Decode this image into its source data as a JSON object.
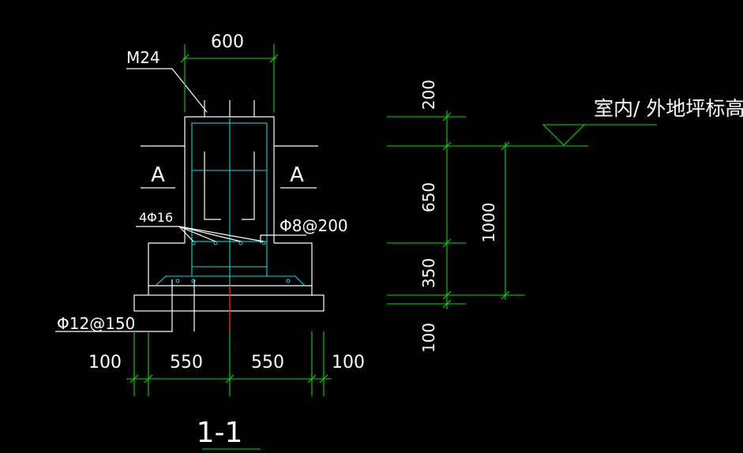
{
  "labels": {
    "bolt": "M24",
    "top_dim": "600",
    "section_left": "A",
    "section_right": "A",
    "rebar_main": "4Φ16",
    "stirrup": "Φ8@200",
    "bottom_bar": "Φ12@150",
    "bottom_dims": [
      "100",
      "550",
      "550",
      "100"
    ],
    "section_title": "1-1",
    "elev_dims": [
      "200",
      "650",
      "350",
      "100"
    ],
    "total_height": "1000",
    "floor_label": "室内/ 外地坪标高"
  },
  "colors": {
    "outline": "#ffffff",
    "dimension": "#00e000",
    "rebar": "#00e0e0",
    "centerline": "#ff2020"
  }
}
